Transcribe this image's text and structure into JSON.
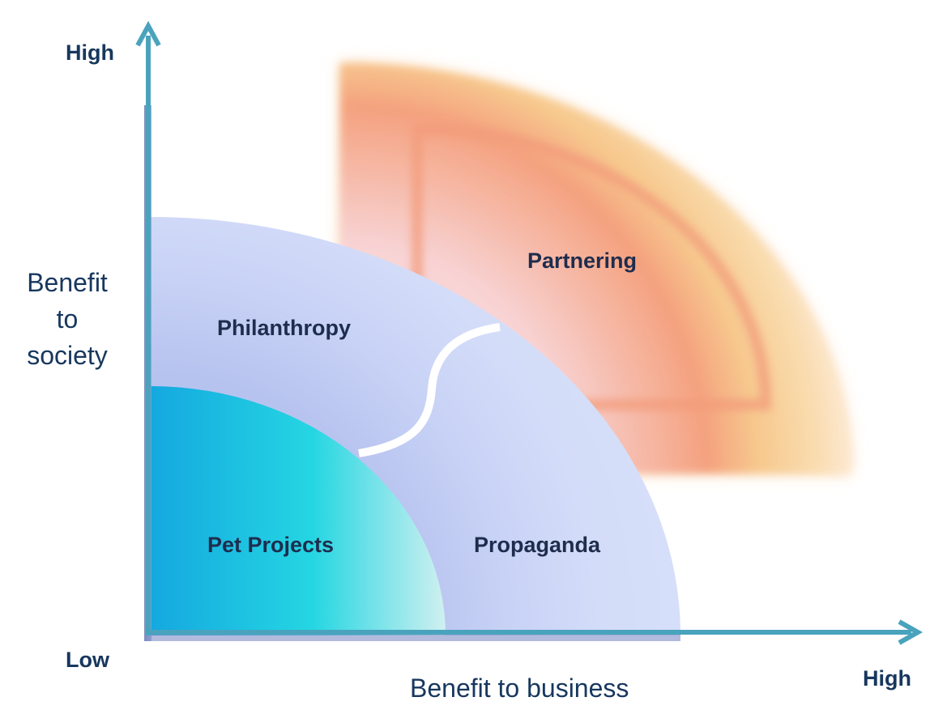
{
  "axes": {
    "y_high": "High",
    "y_low": "Low",
    "y_title_lines": [
      "Benefit",
      "to",
      "society"
    ],
    "x_high": "High",
    "x_title": "Benefit to business",
    "color": "#4aa3bd"
  },
  "regions": {
    "partnering": "Partnering",
    "philanthropy": "Philanthropy",
    "pet_projects": "Pet Projects",
    "propaganda": "Propaganda"
  },
  "colors": {
    "partnering_outer": "#f7c57e",
    "partnering_mid": "#f4a07b",
    "partnering_core": "#f9e6ee",
    "lavender": "#d3dcf8",
    "pet_projects_left": "#14a8e0",
    "pet_projects_mid": "#25d6e2",
    "pet_projects_right": "#c9eeef",
    "text": "#1f2d4d"
  }
}
